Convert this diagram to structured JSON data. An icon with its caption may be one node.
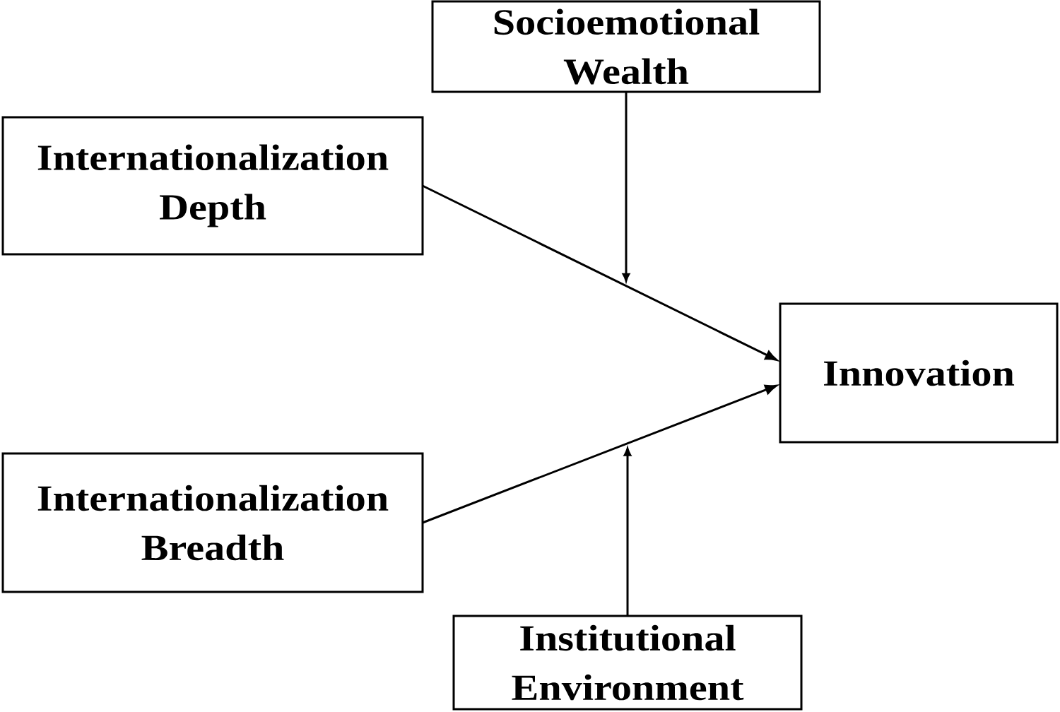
{
  "diagram": {
    "nodes": [
      {
        "text": [
          "Socioemotional Wealth"
        ]
      },
      {
        "text": [
          "Internationalization Depth"
        ]
      },
      {
        "text": [
          "Innovation"
        ]
      },
      {
        "text": [
          "Internationalization Breadth"
        ]
      },
      {
        "text": [
          "Institutional Environment"
        ]
      }
    ],
    "edges": [
      {
        "from": 1,
        "to": 2,
        "arrow": "to"
      },
      {
        "from": 3,
        "to": 2,
        "arrow": "to"
      },
      {
        "from": 0,
        "to": null,
        "arrow": "to"
      },
      {
        "from": 4,
        "to": null,
        "arrow": "to"
      }
    ]
  }
}
